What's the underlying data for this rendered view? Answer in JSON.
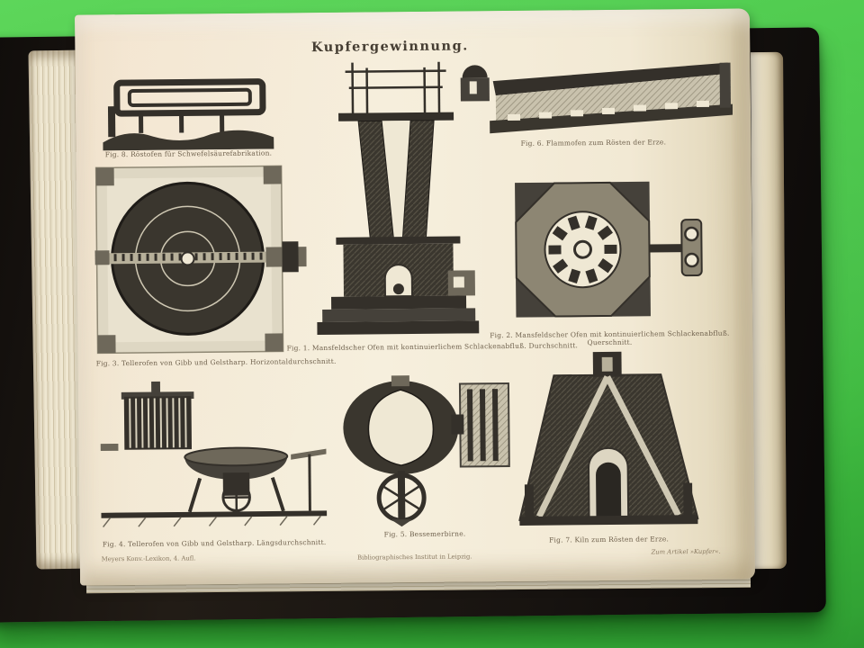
{
  "plate": {
    "title": "Kupfergewinnung.",
    "figures": [
      {
        "num": "Fig. 1",
        "caption": "Fig. 1. Mansfeldscher Ofen mit kontinuierlichem Schlackenabfluß. Durchschnitt."
      },
      {
        "num": "Fig. 2",
        "caption": "Fig. 2. Mansfeldscher Ofen mit kontinuierlichem Schlackenabfluß.",
        "caption2": "Querschnitt."
      },
      {
        "num": "Fig. 3",
        "caption": "Fig. 3. Tellerofen von Gibb und Gelstharp. Horizontaldurchschnitt."
      },
      {
        "num": "Fig. 4",
        "caption": "Fig. 4. Tellerofen von Gibb und Gelstharp. Längsdurchschnitt."
      },
      {
        "num": "Fig. 5",
        "caption": "Fig. 5. Bessemerbirne."
      },
      {
        "num": "Fig. 6",
        "caption": "Fig. 6. Flammofen zum Rösten der Erze."
      },
      {
        "num": "Fig. 7",
        "caption": "Fig. 7. Kiln zum Rösten der Erze."
      },
      {
        "num": "Fig. 8",
        "caption": "Fig. 8. Röstofen für Schwefelsäurefabrikation."
      }
    ],
    "footer": {
      "left": "Meyers Konv.-Lexikon, 4. Aufl.",
      "center": "Bibliographisches Institut in Leipzig.",
      "right": "Zum Artikel »Kupfer«."
    }
  },
  "colors": {
    "green_bg": "#4cc84c",
    "green_dark": "#2f9e32",
    "cover": "#171310",
    "page": "#f3ebd7",
    "ink": "#34302a",
    "caption": "#6d5f4b"
  }
}
